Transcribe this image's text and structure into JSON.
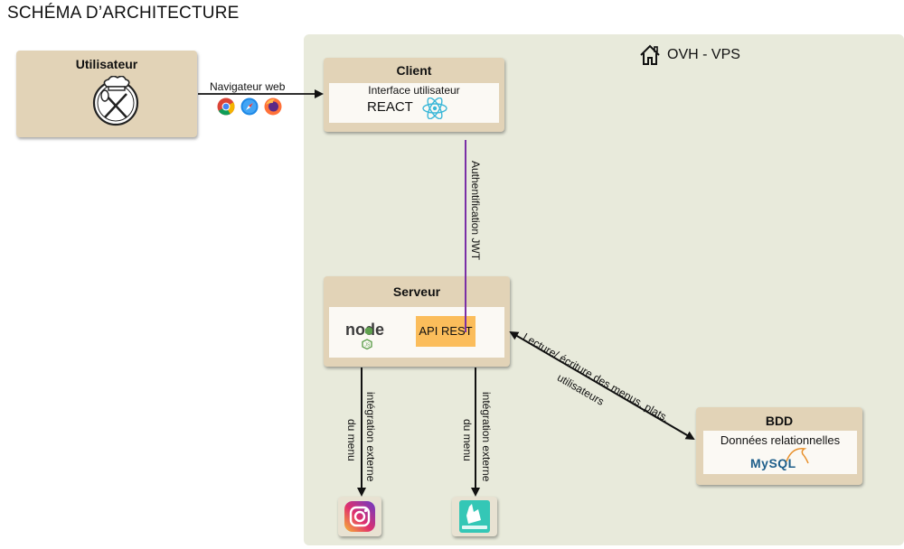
{
  "page_title": "SCHÉMA D’ARCHITECTURE",
  "vps": {
    "label": "OVH - VPS"
  },
  "nodes": {
    "user": {
      "title": "Utilisateur"
    },
    "client": {
      "title": "Client",
      "subtitle": "Interface utilisateur",
      "tech": "REACT"
    },
    "server": {
      "title": "Serveur",
      "api": "API REST"
    },
    "db": {
      "title": "BDD",
      "subtitle": "Données relationnelles",
      "logo_text": "MySQL"
    }
  },
  "edges": {
    "user_client": "Navigateur web",
    "client_server": "Authentification JWT",
    "server_db_line1": "Lecture/ écriture des menus, plats,",
    "server_db_line2": "utilisateurs",
    "server_instagram_line1": "intégration externe",
    "server_instagram_line2": "du menu",
    "server_deliveroo_line1": "intégration externe",
    "server_deliveroo_line2": "du menu"
  },
  "icons": [
    "chef-plate-icon",
    "chrome-icon",
    "safari-icon",
    "firefox-icon",
    "home-icon",
    "react-icon",
    "nodejs-icon",
    "mysql-dolphin-icon",
    "instagram-icon",
    "deliveroo-icon"
  ],
  "colors": {
    "vps_bg": "#e8eadb",
    "card": "#e2d3b7",
    "api": "#fbbd5b",
    "jwt_line": "#7a2fa6"
  }
}
